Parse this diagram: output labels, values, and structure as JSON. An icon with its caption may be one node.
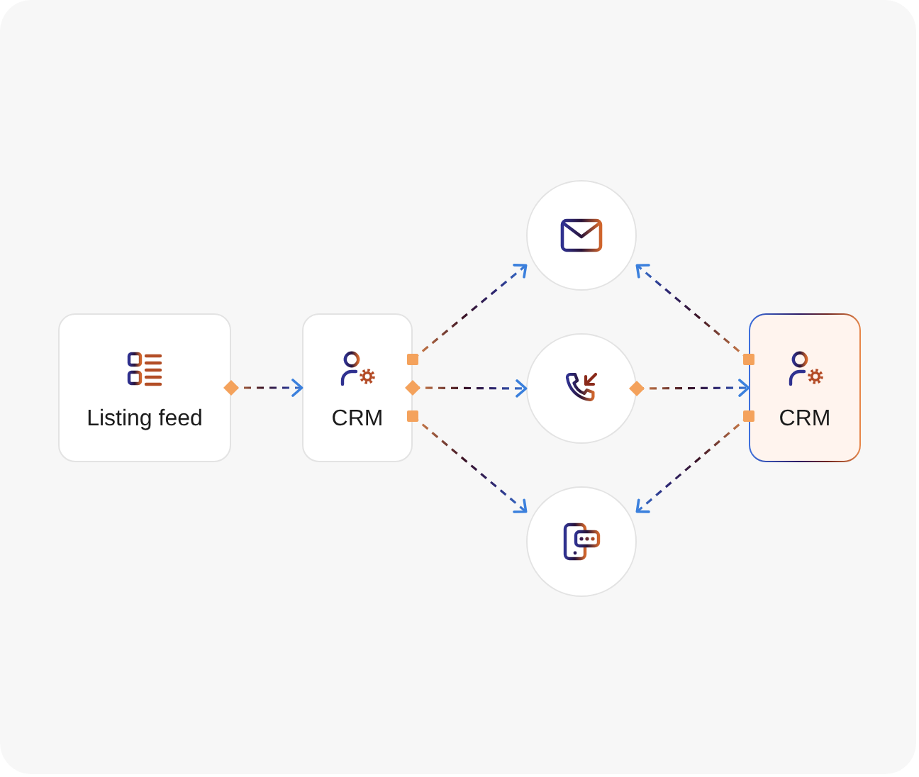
{
  "diagram": {
    "nodes": [
      {
        "text": [
          "Listing feed"
        ]
      },
      {
        "text": [
          "CRM"
        ]
      },
      {
        "text": [],
        "shape": "circle"
      },
      {
        "text": [],
        "shape": "circle"
      },
      {
        "text": [],
        "shape": "circle"
      },
      {
        "text": [
          "CRM"
        ]
      }
    ],
    "edges": [
      {
        "from": 0,
        "to": 1,
        "arrow": "to",
        "style": "dashed"
      },
      {
        "from": 1,
        "to": 2,
        "arrow": "to",
        "style": "dashed"
      },
      {
        "from": 1,
        "to": 3,
        "arrow": "to",
        "style": "dashed"
      },
      {
        "from": 1,
        "to": 4,
        "arrow": "to",
        "style": "dashed"
      },
      {
        "from": 5,
        "to": 2,
        "arrow": "to",
        "style": "dashed"
      },
      {
        "from": 3,
        "to": 5,
        "arrow": "to",
        "style": "dashed"
      },
      {
        "from": 5,
        "to": 4,
        "arrow": "to",
        "style": "dashed"
      }
    ]
  }
}
